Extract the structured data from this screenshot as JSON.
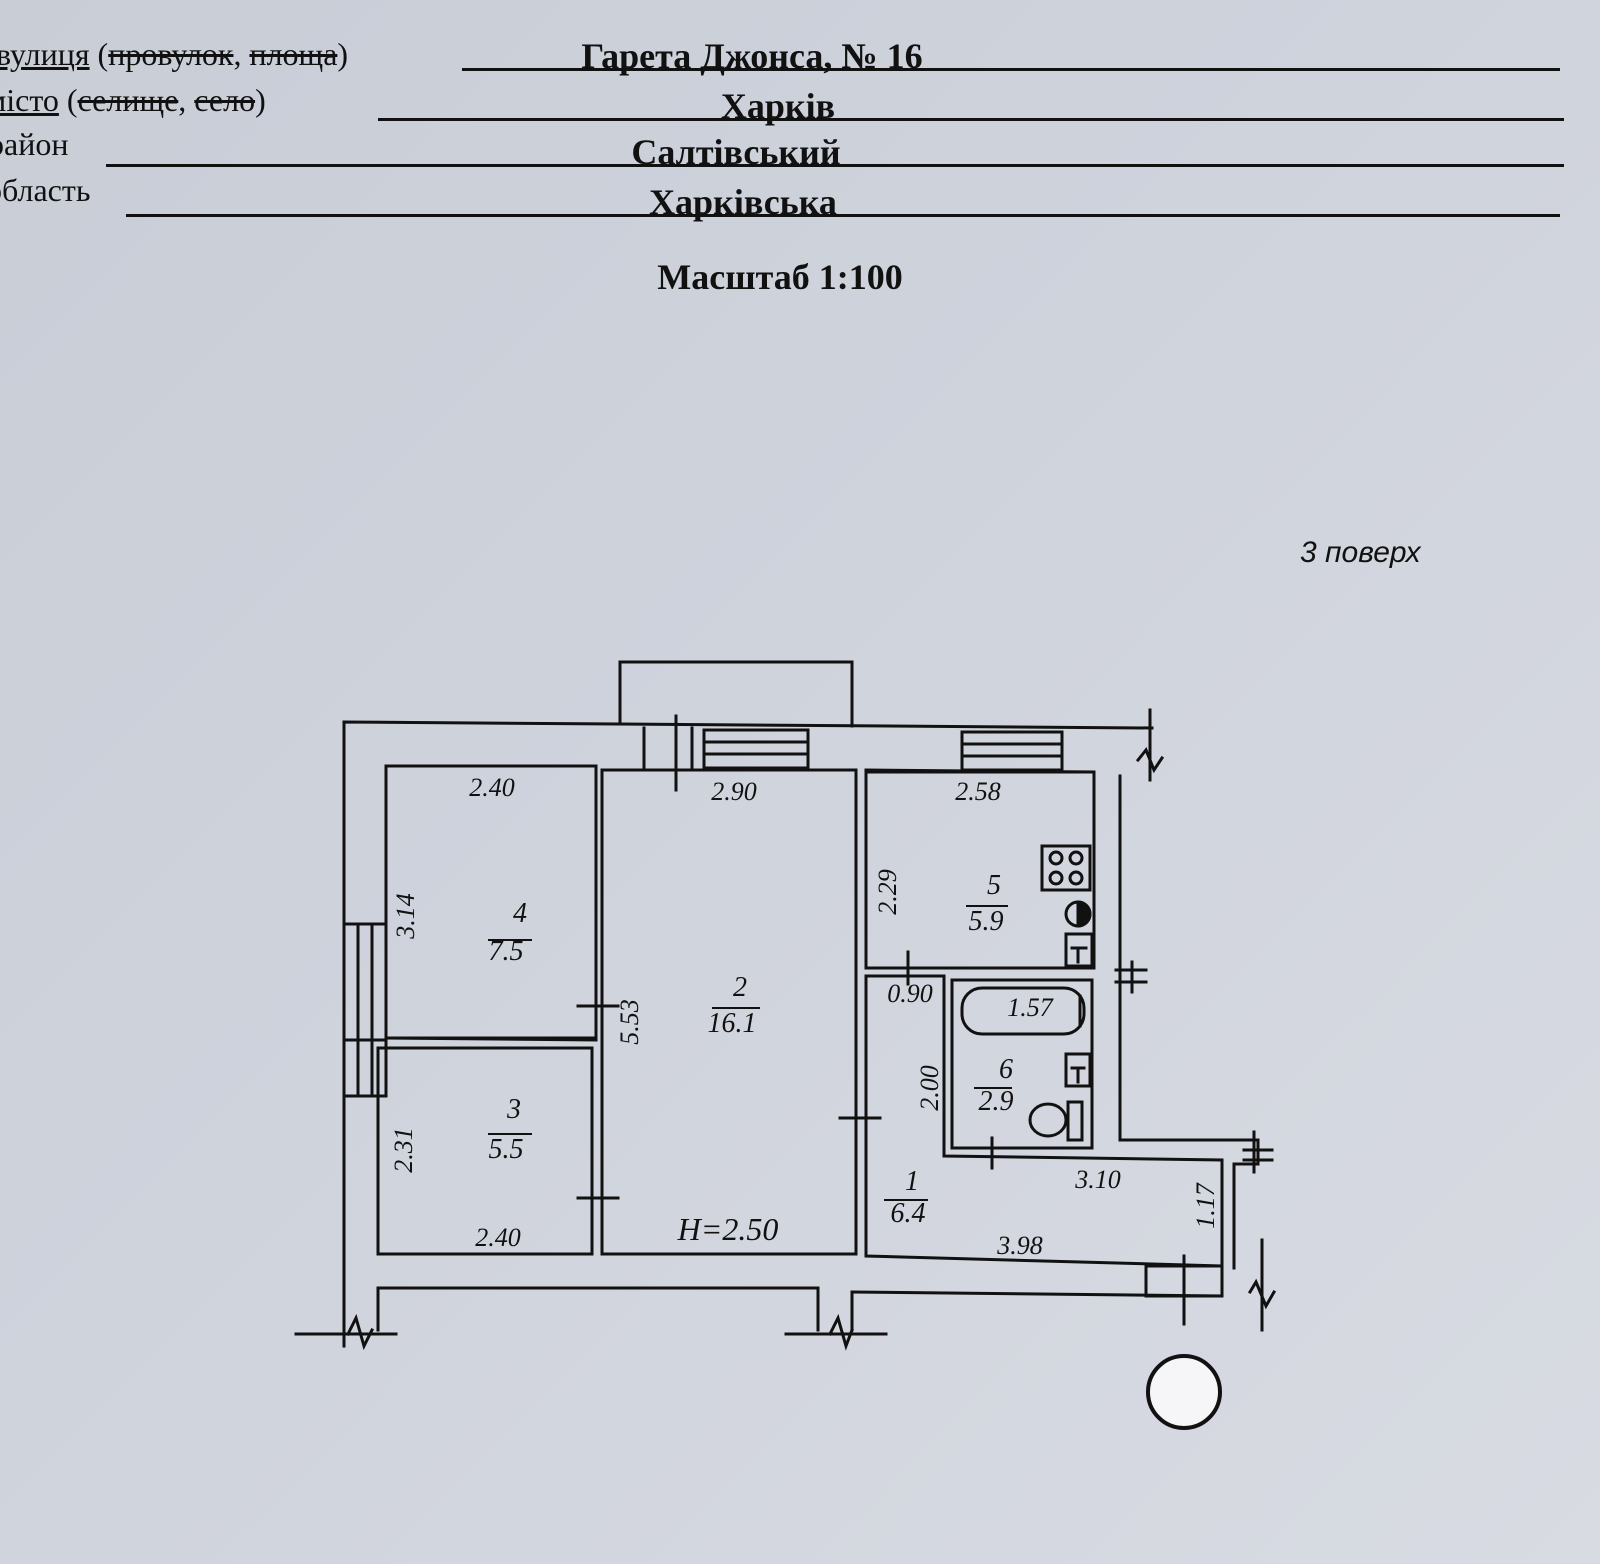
{
  "address": {
    "street": {
      "label": "вулиця",
      "paren_open": " (",
      "struck1": "провулок",
      "comma": ", ",
      "struck2": "площа",
      "paren_close": ")",
      "value": "Гарета Джонса, № 16"
    },
    "city": {
      "label": "місто",
      "paren_open": " (",
      "struck1": "селище",
      "comma": ", ",
      "struck2": "село",
      "paren_close": ")",
      "value": "Харків"
    },
    "district": {
      "label": "район",
      "value": "Салтівський"
    },
    "region": {
      "label": "область",
      "value": "Харківська"
    }
  },
  "scale": "Масштаб 1:100",
  "floor": "3  поверх",
  "plan": {
    "ceiling_height": "H=2.50",
    "rooms": [
      {
        "number": "1",
        "area": "6.4"
      },
      {
        "number": "2",
        "area": "16.1"
      },
      {
        "number": "3",
        "area": "5.5"
      },
      {
        "number": "4",
        "area": "7.5"
      },
      {
        "number": "5",
        "area": "5.9"
      },
      {
        "number": "6",
        "area": "2.9"
      }
    ],
    "dimensions": {
      "room4_width": "2.40",
      "room4_length": "3.14",
      "room2_width": "2.90",
      "room2_length": "5.53",
      "room5_width": "2.58",
      "room5_length": "2.29",
      "room3_length": "2.31",
      "room3_width": "2.40",
      "hall_opening": "0.90",
      "bath_width": "1.57",
      "bath_length": "2.00",
      "hall_top": "3.10",
      "hall_bottom": "3.98",
      "hall_side": "1.17"
    }
  }
}
